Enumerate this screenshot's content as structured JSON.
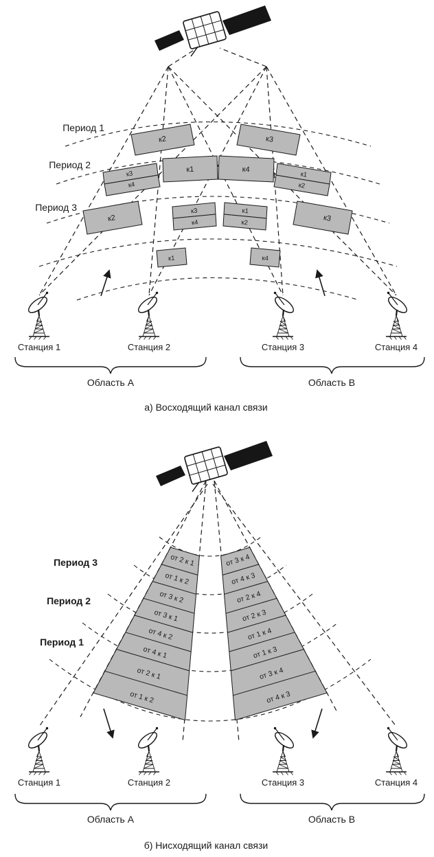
{
  "figure": {
    "background": "#ffffff",
    "ink": "#1a1a1a",
    "band_fill": "#b9b9b9"
  },
  "uplink": {
    "caption": "а) Восходящий канал связи",
    "period_labels": [
      "Период 1",
      "Период 2",
      "Период 3"
    ],
    "stations": [
      "Станция 1",
      "Станция 2",
      "Станция 3",
      "Станция 4"
    ],
    "areas": [
      "Область А",
      "Область В"
    ],
    "bursts": {
      "p1_left": "к2",
      "p1_right": "к3",
      "p2_left_top": "к3",
      "p2_left_bottom": "к4",
      "p2_center_left": "к1",
      "p2_center_right": "к4",
      "p2_right_top": "к1",
      "p2_right_bottom": "к2",
      "p3_left": "к2",
      "p3_center_left_top": "к3",
      "p3_center_left_bottom": "к4",
      "p3_center_right_top": "к1",
      "p3_center_right_bottom": "к2",
      "p3_right": "к3",
      "bottom_center_left": "к1",
      "bottom_center_right": "к4"
    }
  },
  "downlink": {
    "caption": "б) Нисходящий канал связи",
    "period_labels": [
      "Период 3",
      "Период 2",
      "Период 1"
    ],
    "stations": [
      "Станция 1",
      "Станция 2",
      "Станция 3",
      "Станция 4"
    ],
    "areas": [
      "Область А",
      "Область В"
    ],
    "left_beam_bursts": [
      "от 2 к 1",
      "от 1 к 2",
      "от 3 к 2",
      "от 3 к 1",
      "от 4 к 2",
      "от 4 к 1",
      "от 2 к 1",
      "от 1 к 2"
    ],
    "right_beam_bursts": [
      "от 3 к 4",
      "от 4 к 3",
      "от 2 к 4",
      "от 2 к 3",
      "от 1 к 4",
      "от 1 к 3",
      "от 3 к 4",
      "от 4 к 3"
    ]
  }
}
